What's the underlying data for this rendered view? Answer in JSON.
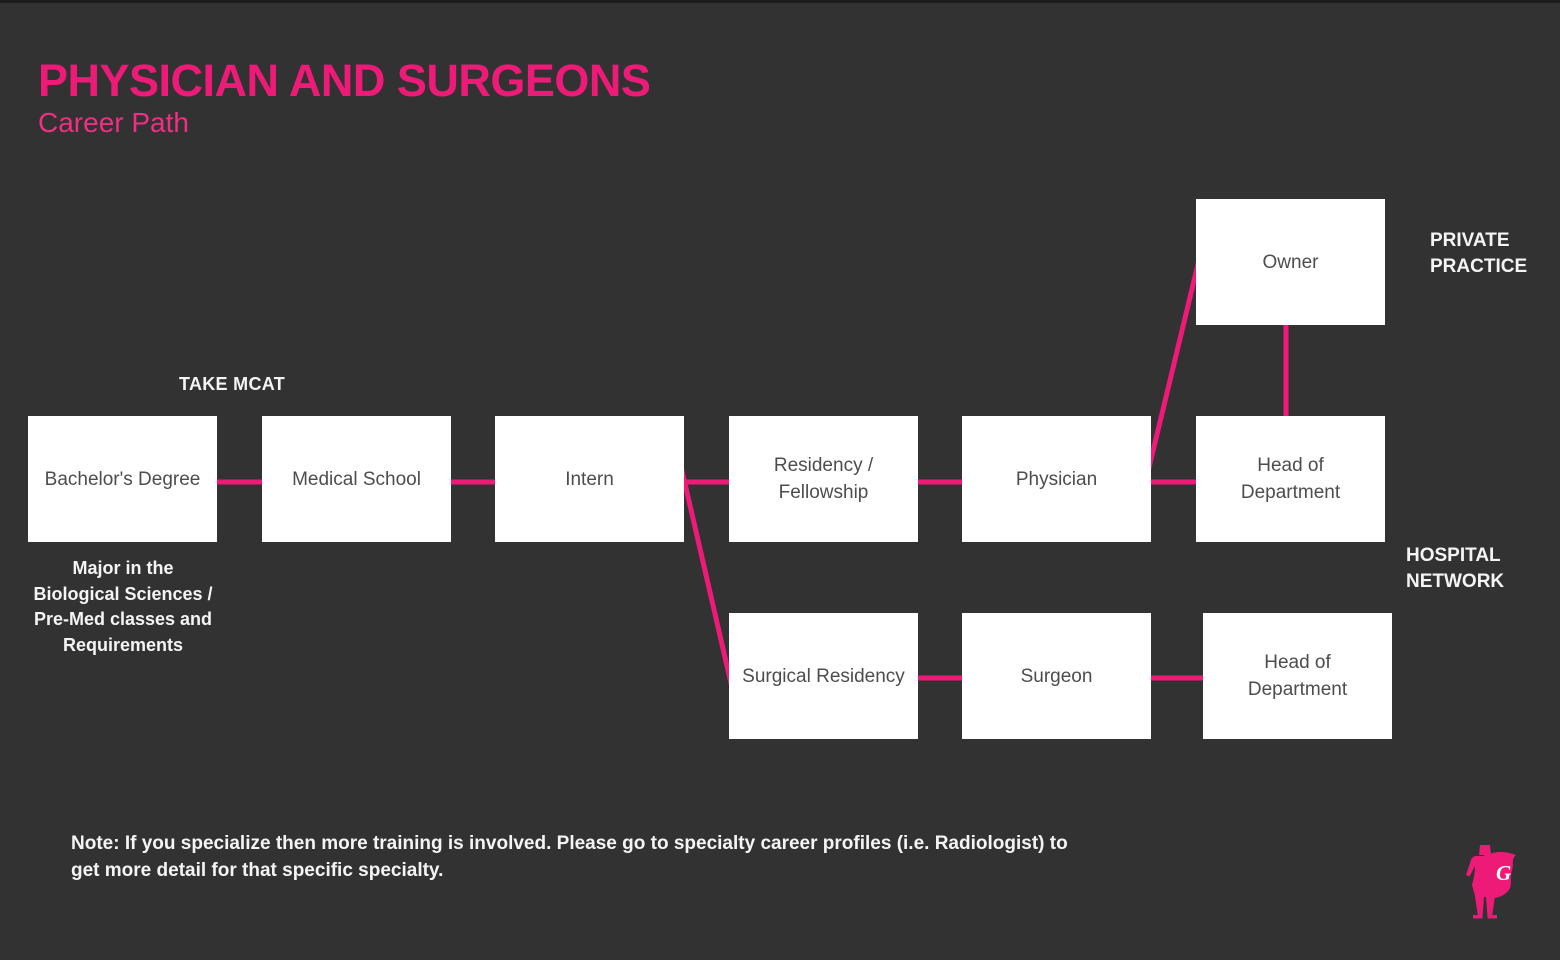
{
  "header": {
    "title": "PHYSICIAN AND SURGEONS",
    "subtitle": "Career Path"
  },
  "colors": {
    "accent_pink": "#ED1A78",
    "background": "#323232",
    "box_fill": "#FFFFFF",
    "box_text": "#4D4D4D",
    "label_text": "#F4F4F4"
  },
  "nodes": {
    "bachelors": [
      "Bachelor's Degree"
    ],
    "medical_school": [
      "Medical School"
    ],
    "intern": [
      "Intern"
    ],
    "residency": [
      "Residency /",
      "Fellowship"
    ],
    "physician": [
      "Physician"
    ],
    "head_of_department_top": [
      "Head of",
      "Department"
    ],
    "owner": [
      "Owner"
    ],
    "surgical_residency": [
      "Surgical Residency"
    ],
    "surgeon": [
      "Surgeon"
    ],
    "head_of_department_bottom": [
      "Head of",
      "Department"
    ]
  },
  "annotations": {
    "take_mcat": "TAKE MCAT",
    "bachelors_note": [
      "Major in the",
      "Biological Sciences /",
      "Pre-Med classes and",
      "Requirements"
    ],
    "private_practice": [
      "PRIVATE",
      "PRACTICE"
    ],
    "hospital_network": [
      "HOSPITAL",
      "NETWORK"
    ]
  },
  "note": [
    "Note: If you specialize then more training is involved. Please go to specialty career profiles (i.e. Radiologist) to",
    "get more detail for that specific specialty."
  ],
  "logo": {
    "letter": "G"
  }
}
